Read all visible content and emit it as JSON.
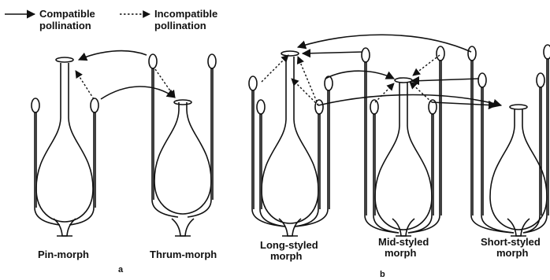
{
  "legend": {
    "compatible": "Compatible pollination",
    "incompatible": "Incompatible pollination",
    "compatible_line1": "Compatible",
    "compatible_line2": "pollination",
    "incompatible_line1": "Incompatible",
    "incompatible_line2": "pollination"
  },
  "panel_a": {
    "letter": "a",
    "morphs": [
      "Pin-morph",
      "Thrum-morph"
    ]
  },
  "panel_b": {
    "letter": "b",
    "morphs": [
      {
        "line1": "Long-styled",
        "line2": "morph"
      },
      {
        "line1": "Mid-styled",
        "line2": "morph"
      },
      {
        "line1": "Short-styled",
        "line2": "morph"
      }
    ]
  }
}
